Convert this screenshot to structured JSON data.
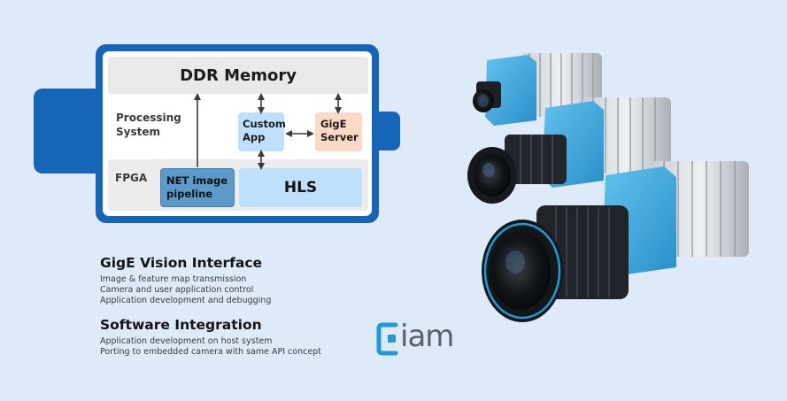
{
  "diagram": {
    "ddr_memory": "DDR Memory",
    "processing_system": [
      "Processing",
      "System"
    ],
    "fpga": "FPGA",
    "custom_app": [
      "Custom",
      "App"
    ],
    "gige_server": [
      "GigE",
      "Server"
    ],
    "net_pipeline": [
      "NET image",
      "pipeline"
    ],
    "hls": "HLS",
    "colors": {
      "frame": "#1565b8",
      "light_blue_box": "#bfe0fa",
      "peach_box": "#fbd9c7",
      "pipeline_box": "#5b9ac9",
      "background": "#dfeaf8"
    }
  },
  "sections": [
    {
      "heading": "GigE Vision Interface",
      "items": [
        "Image & feature map transmission",
        "Camera and user application control",
        "Application development and debugging"
      ]
    },
    {
      "heading": "Software Integration",
      "items": [
        "Application development on host system",
        "Porting to embedded camera with same API concept"
      ]
    }
  ],
  "logo": {
    "text": "iam",
    "accent": "#1e9bd7"
  },
  "product_image": {
    "icon": "camera-icon",
    "accent": "#3fa6dc"
  }
}
